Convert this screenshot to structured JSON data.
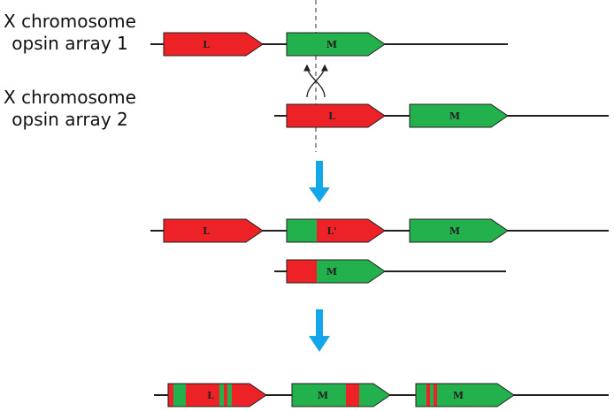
{
  "labels": {
    "array1": [
      "X chromosome",
      "opsin array 1"
    ],
    "array2": [
      "X chromosome",
      "opsin array 2"
    ]
  },
  "genes": {
    "l": "L",
    "m": "M",
    "l_prime": "L'"
  },
  "colors": {
    "red": "#ec2227",
    "green": "#23b14d",
    "line": "#231f20",
    "dashed": "#7f7f7f",
    "arrow_blue": "#13a6e8"
  }
}
